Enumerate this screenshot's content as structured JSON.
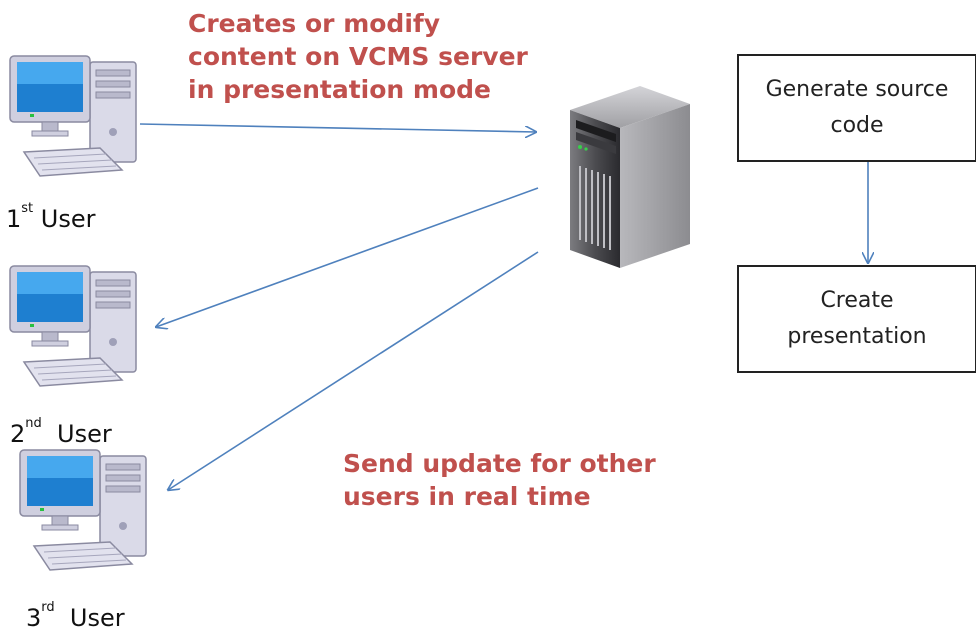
{
  "annotations": {
    "top": [
      "Creates or modify",
      "content on VCMS server",
      "in presentation mode"
    ],
    "bottom": [
      "Send update for other",
      "users in real time"
    ]
  },
  "users": [
    {
      "num": "1",
      "sup": "st",
      "word": "User"
    },
    {
      "num": "2",
      "sup": "nd",
      "word": "User"
    },
    {
      "num": "3",
      "sup": "rd",
      "word": "User"
    }
  ],
  "process": {
    "step1": [
      "Generate source",
      "code"
    ],
    "step2": [
      "Create",
      "presentation"
    ]
  },
  "icons": {
    "computer": "desktop-computer-icon",
    "server": "server-tower-icon"
  },
  "colors": {
    "annotation": "#c0504d",
    "arrow": "#4f81bd"
  }
}
